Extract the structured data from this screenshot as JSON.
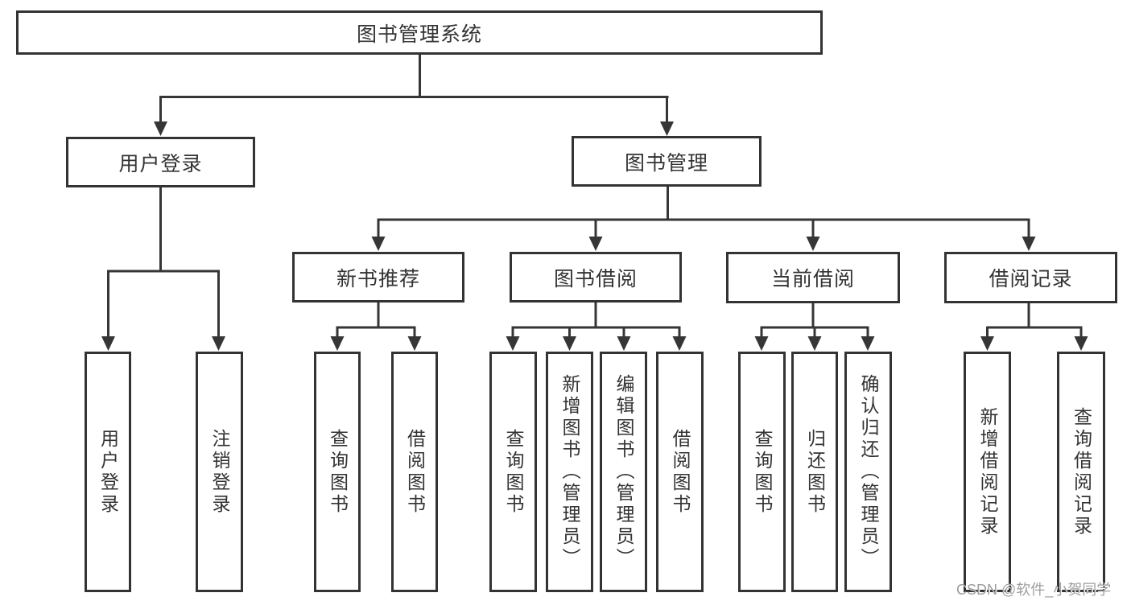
{
  "tree": {
    "label": "图书管理系统",
    "children": [
      {
        "label": "用户登录",
        "children": [
          {
            "label": "用户登录"
          },
          {
            "label": "注销登录"
          }
        ]
      },
      {
        "label": "图书管理",
        "children": [
          {
            "label": "新书推荐",
            "children": [
              {
                "label": "查询图书"
              },
              {
                "label": "借阅图书"
              }
            ]
          },
          {
            "label": "图书借阅",
            "children": [
              {
                "label": "查询图书"
              },
              {
                "label": "新增图书（管理员）"
              },
              {
                "label": "编辑图书（管理员）"
              },
              {
                "label": "借阅图书"
              }
            ]
          },
          {
            "label": "当前借阅",
            "children": [
              {
                "label": "查询图书"
              },
              {
                "label": "归还图书"
              },
              {
                "label": "确认归还（管理员）"
              }
            ]
          },
          {
            "label": "借阅记录",
            "children": [
              {
                "label": "新增借阅记录"
              },
              {
                "label": "查询借阅记录"
              }
            ]
          }
        ]
      }
    ]
  },
  "watermark": {
    "text": "CSDN @软件_小贺同学"
  },
  "colors": {
    "line": "#363636",
    "box_border": "#333333",
    "text": "#333333",
    "watermark": "#9e9e9e",
    "background": "#ffffff"
  }
}
